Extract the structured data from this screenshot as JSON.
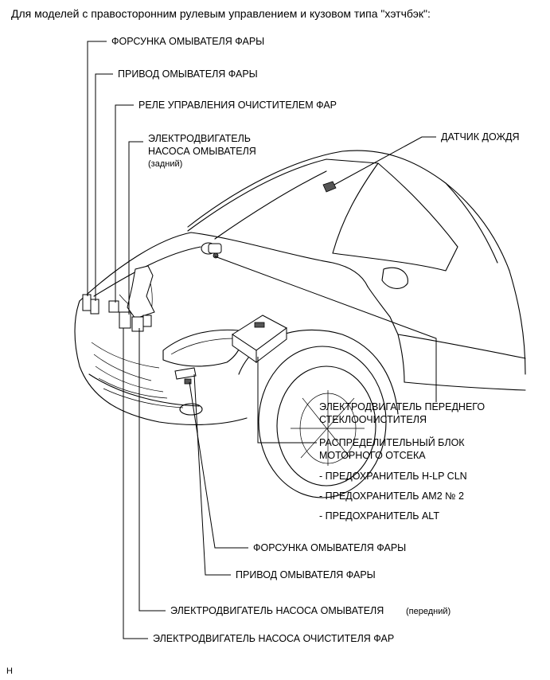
{
  "caption": "Для моделей с правосторонним рулевым управлением и кузовом типа \"хэтчбэк\":",
  "labels": {
    "headlamp_washer_nozzle_top": "ФОРСУНКА ОМЫВАТЕЛЯ ФАРЫ",
    "headlamp_washer_actuator_top": "ПРИВОД ОМЫВАТЕЛЯ ФАРЫ",
    "headlamp_cleaner_relay": "РЕЛЕ УПРАВЛЕНИЯ ОЧИСТИТЕЛЕМ ФАР",
    "washer_motor_rear_line1": "ЭЛЕКТРОДВИГАТЕЛЬ",
    "washer_motor_rear_line2": "НАСОСА ОМЫВАТЕЛЯ",
    "washer_motor_rear_line3": "(задний)",
    "rain_sensor": "ДАТЧИК ДОЖДЯ",
    "front_wiper_motor_line1": "ЭЛЕКТРОДВИГАТЕЛЬ ПЕРЕДНЕГО",
    "front_wiper_motor_line2": "СТЕКЛООЧИСТИТЕЛЯ",
    "engine_room_jb_line1": "РАСПРЕДЕЛИТЕЛЬНЫЙ БЛОК",
    "engine_room_jb_line2": "МОТОРНОГО ОТСЕКА",
    "fuse_hlp_cln": "- ПРЕДОХРАНИТЕЛЬ H-LP CLN",
    "fuse_am2": "- ПРЕДОХРАНИТЕЛЬ AM2 № 2",
    "fuse_alt": "- ПРЕДОХРАНИТЕЛЬ ALT",
    "headlamp_washer_nozzle_bottom": "ФОРСУНКА ОМЫВАТЕЛЯ ФАРЫ",
    "headlamp_washer_actuator_bottom": "ПРИВОД ОМЫВАТЕЛЯ ФАРЫ",
    "washer_motor_front": "ЭЛЕКТРОДВИГАТЕЛЬ НАСОСА ОМЫВАТЕЛЯ",
    "washer_motor_front_note": "(передний)",
    "headlamp_cleaner_motor": "ЭЛЕКТРОДВИГАТЕЛЬ НАСОСА ОЧИСТИТЕЛЯ ФАР"
  },
  "footer_mark": "H"
}
